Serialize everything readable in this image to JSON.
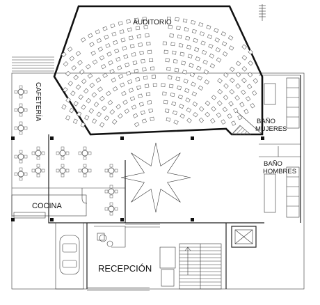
{
  "plan": {
    "rooms": {
      "auditorio": "AUDITORIO",
      "cafeteria": "CAFETERÍA",
      "bano_mujeres_line1": "BAÑO",
      "bano_mujeres_line2": "MUJERES",
      "bano_hombres_line1": "BAÑO",
      "bano_hombres_line2": "HOMBRES",
      "cocina": "COCINA",
      "recepcion": "RECEPCIÓN"
    },
    "colors": {
      "line": "#222222",
      "background": "#ffffff",
      "hatch": "#777777"
    }
  }
}
